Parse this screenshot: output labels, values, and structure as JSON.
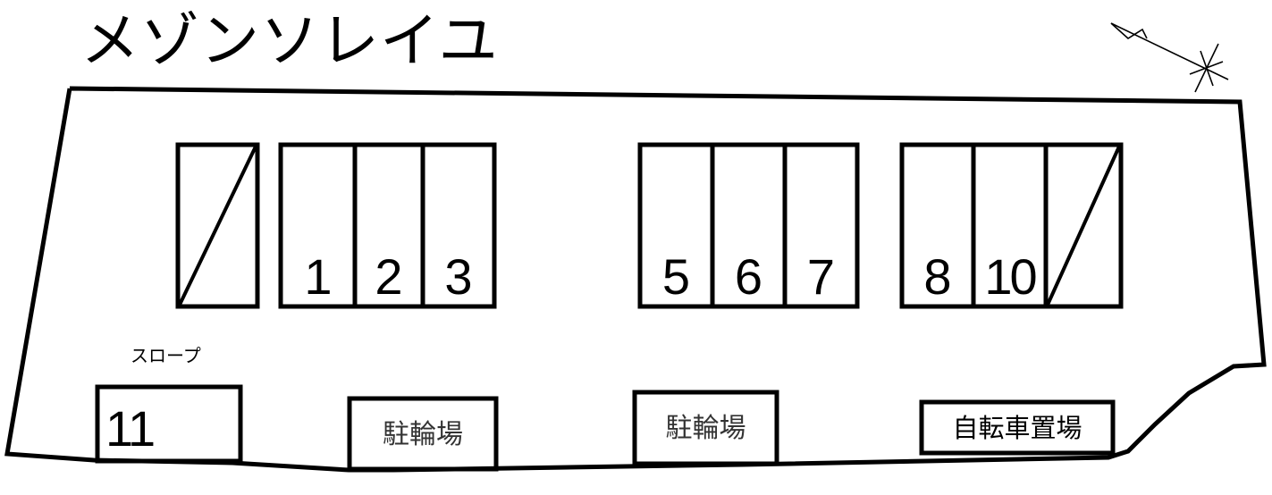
{
  "title": "メゾンソレイユ",
  "compass": {
    "icon": "north-arrow-compass-icon"
  },
  "slope_label": "スロープ",
  "parking_rows": [
    {
      "name": "left-single",
      "stalls": [
        {
          "label": "",
          "status": "unavailable"
        }
      ]
    },
    {
      "name": "group-1-3",
      "stalls": [
        {
          "label": "1"
        },
        {
          "label": "2"
        },
        {
          "label": "3"
        }
      ]
    },
    {
      "name": "group-5-7",
      "stalls": [
        {
          "label": "5"
        },
        {
          "label": "6"
        },
        {
          "label": "7"
        }
      ]
    },
    {
      "name": "group-8-10",
      "stalls": [
        {
          "label": "8"
        },
        {
          "label": "10"
        },
        {
          "label": "",
          "status": "unavailable"
        }
      ]
    }
  ],
  "stall_11": {
    "label": "11"
  },
  "facilities": [
    {
      "label": "駐輪場"
    },
    {
      "label": "駐輪場"
    },
    {
      "label": "自転車置場"
    }
  ],
  "colors": {
    "line": "#000000",
    "background": "#ffffff"
  }
}
